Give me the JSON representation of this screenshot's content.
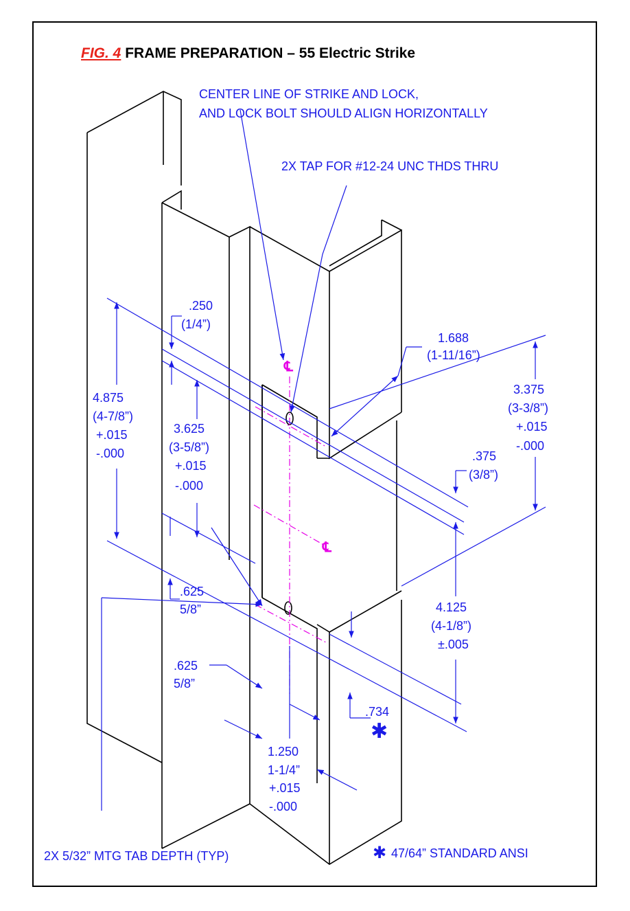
{
  "title": {
    "fig_label": "FIG. 4",
    "text": "FRAME PREPARATION – 55 Electric Strike"
  },
  "notes": {
    "centerline_line1": "CENTER LINE OF STRIKE AND LOCK,",
    "centerline_line2": "AND LOCK BOLT SHOULD ALIGN HORIZONTALLY",
    "tap": "2X TAP FOR #12-24 UNC THDS THRU",
    "tab_depth": "2X 5/32” MTG TAB DEPTH (TYP)",
    "ansi": "47/64” STANDARD ANSI"
  },
  "centerline_symbol": "℄",
  "dimensions": {
    "d250": [
      "250",
      "(1/4”)"
    ],
    "d4875": [
      "4.875",
      "(4-7/8”)",
      "+.015",
      "-.000"
    ],
    "d3625": [
      "3.625",
      "(3-5/8”)",
      "+.015",
      "-.000"
    ],
    "d1688": [
      "1.688",
      "(1-11/16”)"
    ],
    "d3375": [
      "3.375",
      "(3-3/8”)",
      "+.015",
      "-.000"
    ],
    "d375": [
      ".375",
      "(3/8”)"
    ],
    "d625a": [
      ".625",
      "5/8”"
    ],
    "d625b": [
      ".625",
      "5/8”"
    ],
    "d4125": [
      "4.125",
      "(4-1/8”)",
      "±.005"
    ],
    "d734": [
      ".734"
    ],
    "d1250": [
      "1.250",
      "1-1/4”",
      "+.015",
      "-.000"
    ]
  },
  "colors": {
    "dimension": "#1a1ae6",
    "centerline": "#e600e6",
    "fig_label": "#e8231b",
    "outline": "#000000"
  }
}
